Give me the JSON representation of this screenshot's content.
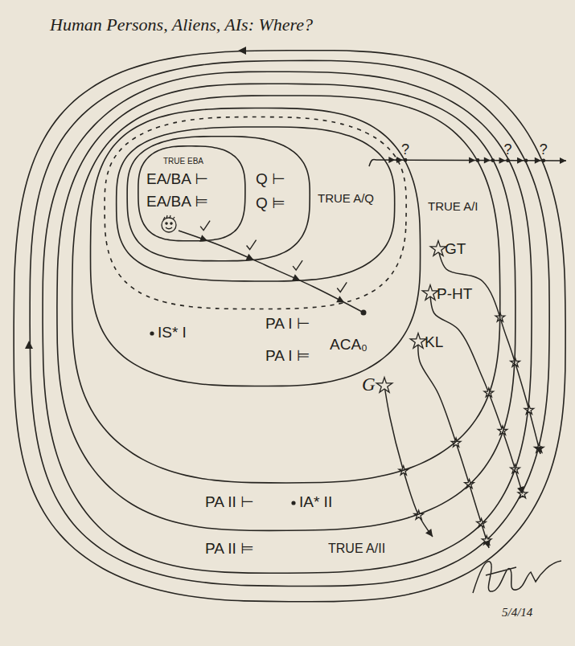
{
  "diagram": {
    "title": "Human Persons, Aliens, AIs: Where?",
    "nodes": [
      {
        "text": [
          "PA II ⊨",
          "TRUE A/II"
        ]
      },
      {
        "text": [
          "PA II ⊢",
          "IA* II"
        ],
        "in": 0
      },
      {
        "text": [
          "TRUE A/I"
        ],
        "in": 1
      },
      {
        "text": [
          "PA I ⊢",
          "PA I ⊨",
          "ACA₀",
          "IS* I"
        ],
        "in": 2
      },
      {
        "text": [
          "TRUE A/Q"
        ],
        "in": 3
      },
      {
        "text": [
          "Q ⊢",
          "Q ⊨"
        ],
        "in": 4
      },
      {
        "text": [
          "TRUE EBA",
          "EA/BA ⊢",
          "EA/BA ⊨"
        ],
        "in": 5
      }
    ],
    "labels": [
      "?",
      "?",
      "?",
      "GT",
      "P-HT",
      "KL",
      "G",
      "5/4/14"
    ]
  }
}
